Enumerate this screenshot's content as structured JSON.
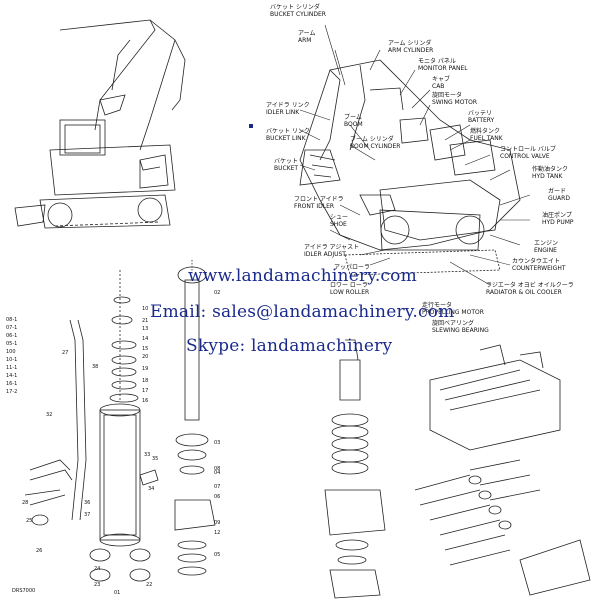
{
  "watermark": {
    "website": "www.landamachinery.com",
    "email": "Email: sales@landamachinery.com",
    "skype": "Skype: landamachinery"
  },
  "labels": [
    {
      "jp": "バケット シリンダ",
      "en": "BUCKET CYLINDER"
    },
    {
      "jp": "アーム",
      "en": "ARM"
    },
    {
      "jp": "アーム シリンダ",
      "en": "ARM CYLINDER"
    },
    {
      "jp": "モニタ パネル",
      "en": "MONITOR PANEL"
    },
    {
      "jp": "キャブ",
      "en": "CAB"
    },
    {
      "jp": "旋回モータ",
      "en": "SWING MOTOR"
    },
    {
      "jp": "アイドラ リンク",
      "en": "IDLER LINK"
    },
    {
      "jp": "バッテリ",
      "en": "BATTERY"
    },
    {
      "jp": "燃料タンク",
      "en": "FUEL TANK"
    },
    {
      "jp": "バケット リンク",
      "en": "BUCKET LINK"
    },
    {
      "jp": "ブーム",
      "en": "BOOM"
    },
    {
      "jp": "ブーム シリンダ",
      "en": "BOOM CYLINDER"
    },
    {
      "jp": "コントロール バルブ",
      "en": "CONTROL VALVE"
    },
    {
      "jp": "作動油タンク",
      "en": "HYD TANK"
    },
    {
      "jp": "バケット",
      "en": "BUCKET"
    },
    {
      "jp": "ガード",
      "en": "GUARD"
    },
    {
      "jp": "フロント アイドラ",
      "en": "FRONT IDLER"
    },
    {
      "jp": "油圧ポンプ",
      "en": "HYD PUMP"
    },
    {
      "jp": "シュー",
      "en": "SHOE"
    },
    {
      "jp": "エンジン",
      "en": "ENGINE"
    },
    {
      "jp": "アイドラ アジャスト",
      "en": "IDLER ADJUST"
    },
    {
      "jp": "カウンタウエイト",
      "en": "COUNTERWEIGHT"
    },
    {
      "jp": "アッパローラ",
      "en": ""
    },
    {
      "jp": "ロワー ローラ",
      "en": "LOW ROLLER"
    },
    {
      "jp": "ラジエータ オヨビ オイルクーラ",
      "en": "RADIATOR & OIL COOLER"
    },
    {
      "jp": "走行モータ",
      "en": "PROPELLING MOTOR"
    },
    {
      "jp": "旋回ベアリング",
      "en": "SLEWING BEARING"
    }
  ],
  "left_parts": [
    "08-1",
    "07-1",
    "06-1",
    "05-1",
    "100",
    "10-1",
    "11-1",
    "14-1",
    "16-1",
    "17-2",
    "27",
    "32",
    "33",
    "35",
    "34",
    "36",
    "37",
    "38",
    "26",
    "25",
    "28",
    "24",
    "23",
    "22",
    "21",
    "20",
    "19",
    "18",
    "17",
    "16",
    "15",
    "14",
    "13",
    "10",
    "01",
    "02",
    "03",
    "04",
    "05",
    "06",
    "07",
    "08",
    "09",
    "12"
  ],
  "code": "DRS7000"
}
